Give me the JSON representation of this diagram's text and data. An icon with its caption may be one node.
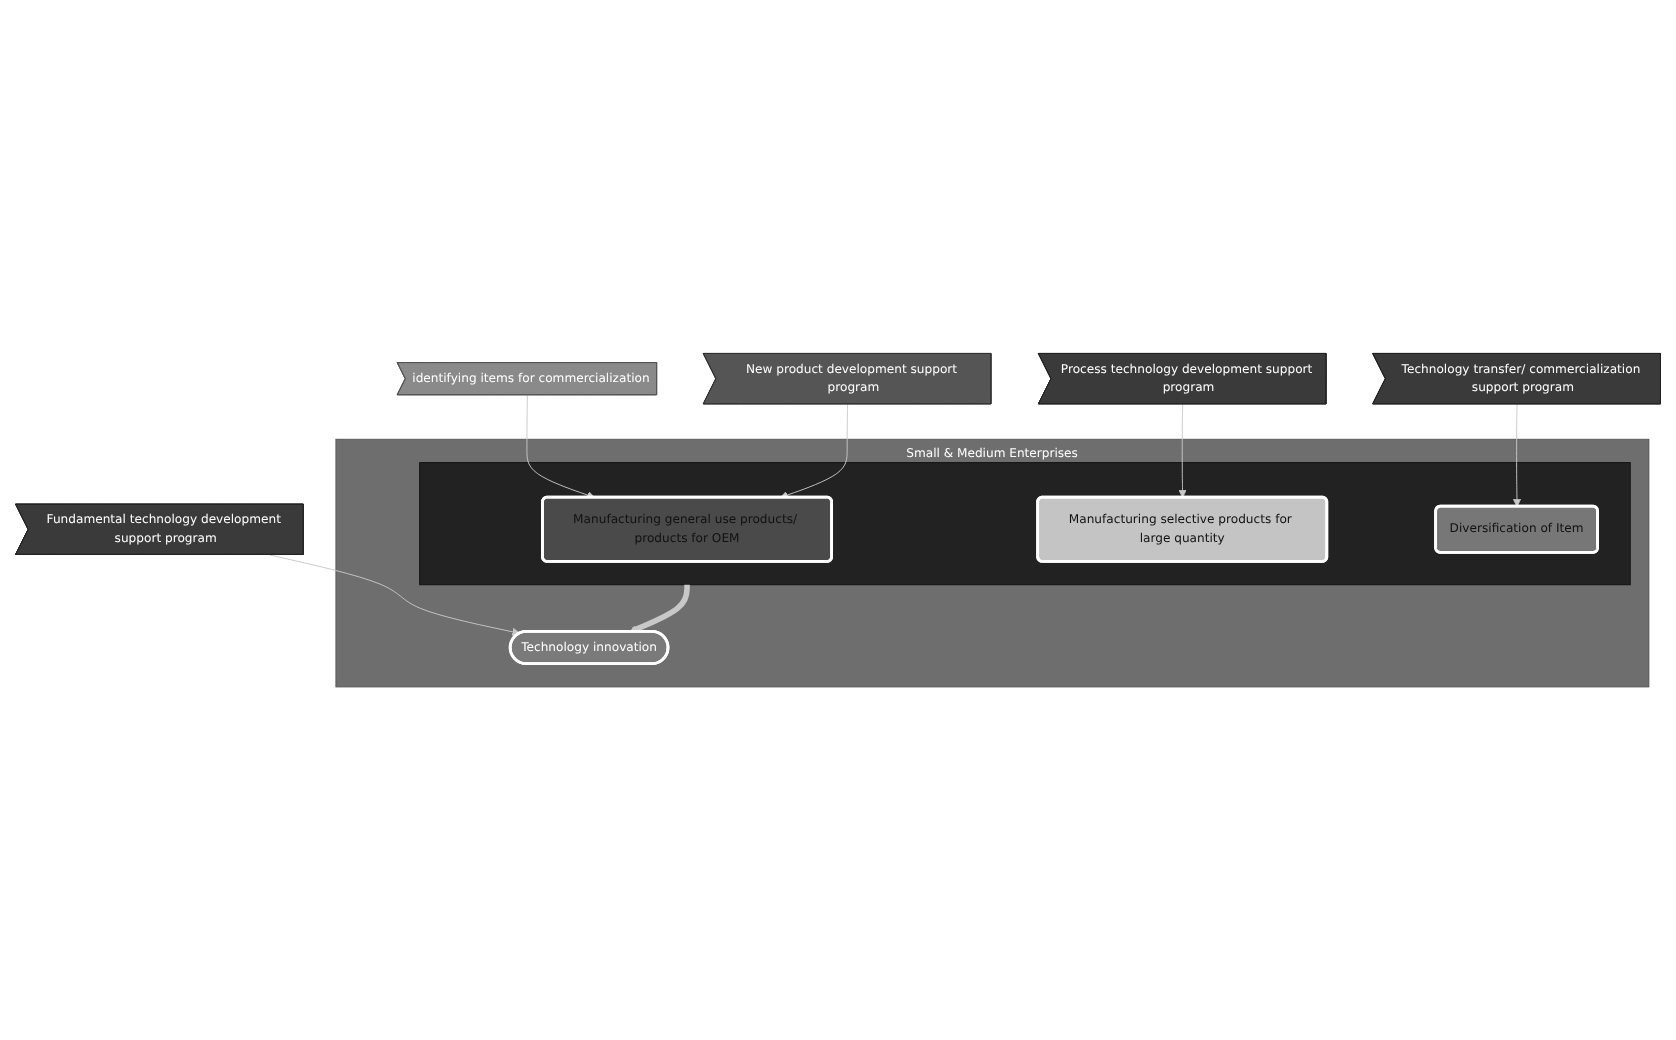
{
  "diagram": {
    "nodes": [
      {
        "text": [
          "identifying items for commercialization"
        ]
      },
      {
        "text": [
          "New product development support program"
        ]
      },
      {
        "text": [
          "Process technology development support program"
        ]
      },
      {
        "text": [
          "Technology transfer/ commercialization support program"
        ]
      },
      {
        "text": [
          "Fundamental technology development support program"
        ]
      },
      {
        "text": [
          "Small & Medium Enterprises"
        ]
      },
      {
        "text": [],
        "shape": "box",
        "in": 5
      },
      {
        "text": [
          "Manufacturing general use products/ products for OEM"
        ],
        "in": 6
      },
      {
        "text": [
          "Manufacturing selective products for large quantity"
        ],
        "in": 6
      },
      {
        "text": [
          "Diversification of Item"
        ],
        "in": 6
      },
      {
        "text": [
          "Technology innovation"
        ],
        "in": 5
      }
    ],
    "edges": [
      {
        "from": 0,
        "to": 7,
        "arrow": "to"
      },
      {
        "from": 1,
        "to": 7,
        "arrow": "to"
      },
      {
        "from": 2,
        "to": 8,
        "arrow": "to"
      },
      {
        "from": 3,
        "to": 9,
        "arrow": "to"
      },
      {
        "from": 4,
        "to": 10,
        "arrow": "to"
      },
      {
        "from": 6,
        "to": 10,
        "arrow": "to",
        "style": "thick"
      }
    ]
  }
}
